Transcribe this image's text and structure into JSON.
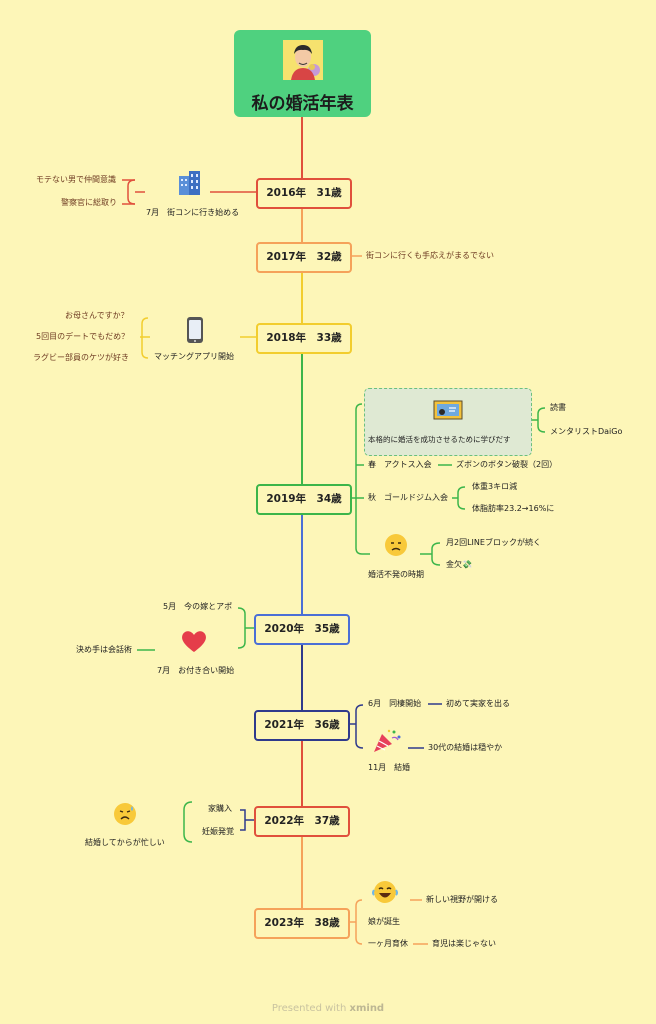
{
  "title": "私の婚活年表",
  "years": [
    {
      "label": "2016年　31歳"
    },
    {
      "label": "2017年　32歳"
    },
    {
      "label": "2018年　33歳"
    },
    {
      "label": "2019年　34歳"
    },
    {
      "label": "2020年　35歳"
    },
    {
      "label": "2021年　36歳"
    },
    {
      "label": "2022年　37歳"
    },
    {
      "label": "2023年　38歳"
    }
  ],
  "y2016": {
    "event": "7月　街コンに行き始める",
    "notes": [
      "モテない男で仲間意識",
      "警察官に総取り"
    ],
    "icon": "building-icon"
  },
  "y2017": {
    "note": "街コンに行くも手応えがまるでない"
  },
  "y2018": {
    "event": "マッチングアプリ開始",
    "notes": [
      "お母さんですか？",
      "5回目のデートでもだめ？",
      "ラグビー部員のケツが好き"
    ],
    "icon": "smartphone-icon"
  },
  "y2019": {
    "study": "本格的に婚活を成功させるために学びだす",
    "study_notes": [
      "読書",
      "メンタリストDaiGo"
    ],
    "spring": "春　アクトス入会",
    "spring_note": "ズボンのボタン破裂（2回）",
    "autumn": "秋　ゴールドジム入会",
    "autumn_notes": [
      "体重3キロ減",
      "体脂肪率23.2→16%に"
    ],
    "slump": "婚活不発の時期",
    "slump_notes": [
      "月2回LINEブロックが続く",
      "金欠💸"
    ]
  },
  "y2020": {
    "events": [
      "5月　今の嫁とアポ",
      "7月　お付き合い開始"
    ],
    "note": "決め手は会話術",
    "icon": "heart-icon"
  },
  "y2021": {
    "events": [
      "6月　同棲開始",
      "11月　結婚"
    ],
    "notes": [
      "初めて実家を出る",
      "30代の結婚は穏やか"
    ]
  },
  "y2022": {
    "events": [
      "家購入",
      "妊娠発覚"
    ],
    "note": "結婚してからが忙しい"
  },
  "y2023": {
    "events": [
      "娘が誕生",
      "一ヶ月育休"
    ],
    "notes": [
      "新しい視野が開ける",
      "育児は楽じゃない"
    ]
  },
  "footer": {
    "prefix": "Presented with",
    "brand": "xmind"
  },
  "colors": {
    "background": "#fdf6b8",
    "title": "#4fd17f",
    "red": "#e0503c",
    "orange": "#f5a25a",
    "yellow": "#f2cd2e",
    "green": "#3cb54a",
    "blue": "#4a6fd6",
    "navy": "#2f3a8c"
  }
}
